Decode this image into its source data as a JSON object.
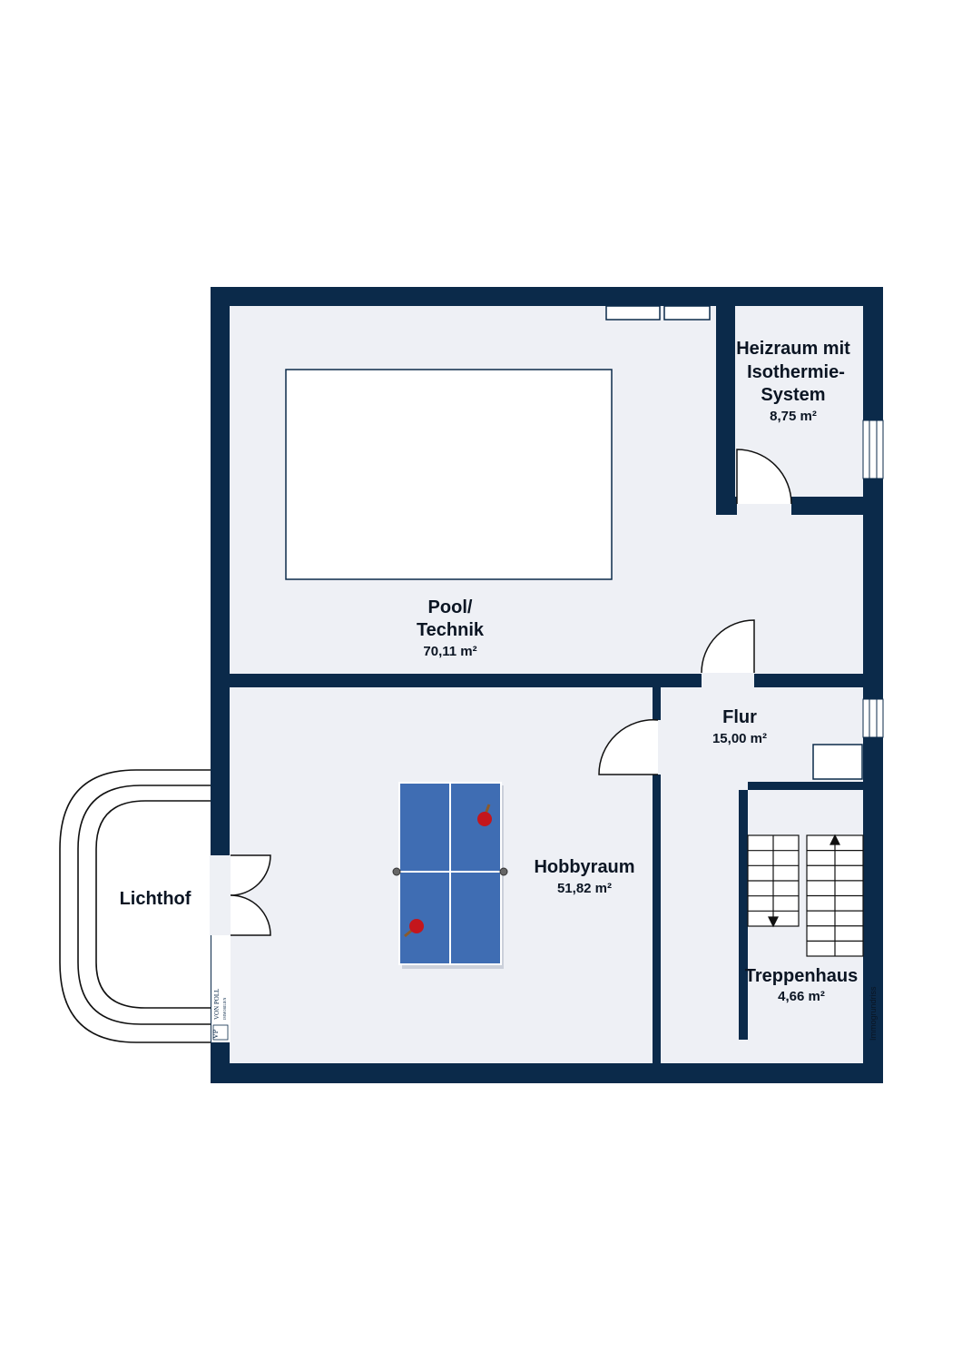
{
  "colors": {
    "wall": "#0b2a4a",
    "floor": "#eef0f5",
    "table": "#3f6db3",
    "paddle": "#c4161c"
  },
  "rooms": {
    "pool": {
      "name_line1": "Pool/",
      "name_line2": "Technik",
      "area": "70,11 m²"
    },
    "heizraum": {
      "name_line1": "Heizraum mit",
      "name_line2": "Isothermie-",
      "name_line3": "System",
      "area": "8,75 m²"
    },
    "flur": {
      "name": "Flur",
      "area": "15,00 m²"
    },
    "hobbyraum": {
      "name": "Hobbyraum",
      "area": "51,82 m²"
    },
    "treppenhaus": {
      "name": "Treppenhaus",
      "area": "4,66 m²"
    },
    "lichthof": {
      "name": "Lichthof"
    }
  },
  "credit": "Immogrundriss",
  "logo": {
    "monogram": "VP",
    "brand": "VON POLL",
    "sub": "IMMOBILIEN"
  }
}
